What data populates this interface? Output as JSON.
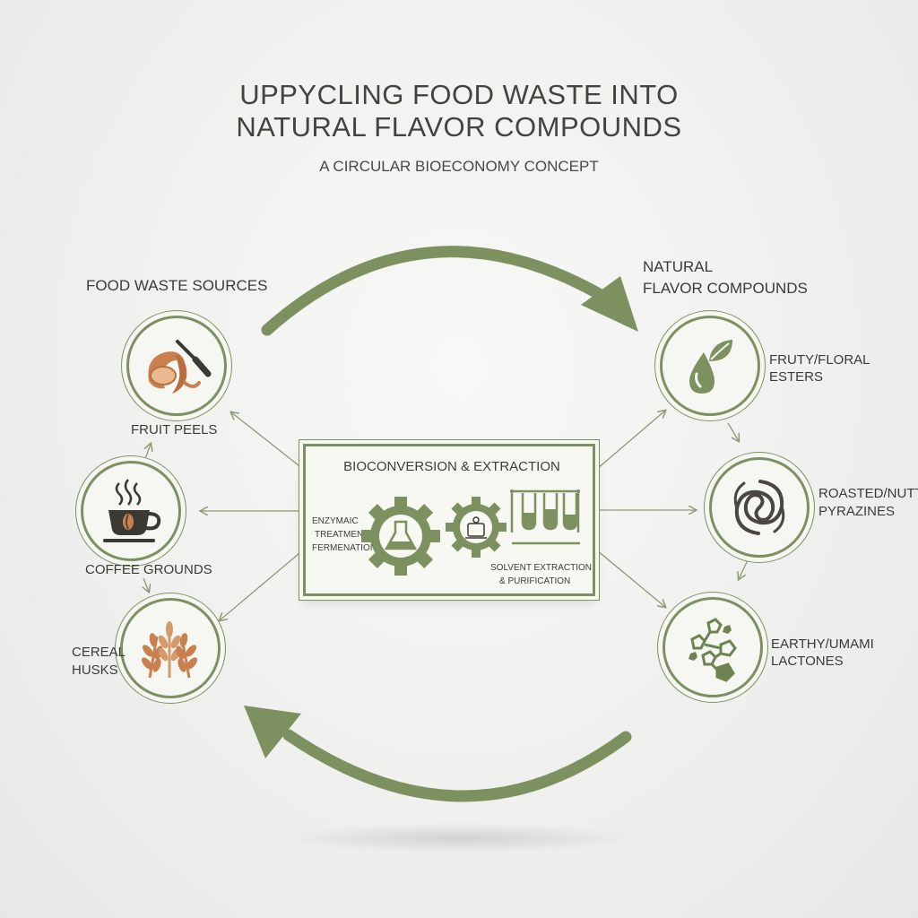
{
  "header": {
    "title_line1": "UPPYCLING FOOD WASTE INTO",
    "title_line2": "NATURAL FLAVOR COMPOUNDS",
    "subtitle": "A CIRCULAR BIOECONOMY CONCEPT"
  },
  "sources": {
    "heading": "FOOD WASTE SOURCES",
    "items": [
      {
        "label": "FRUIT PEELS",
        "icon": "fruit-peel-icon"
      },
      {
        "label": "COFFEE GROUNDS",
        "icon": "coffee-cup-icon"
      },
      {
        "label_line1": "CEREAL",
        "label_line2": "HUSKS",
        "icon": "wheat-icon"
      }
    ]
  },
  "process": {
    "title": "BIOCONVERSION & EXTRACTION",
    "left_line1": "ENZYMAIC",
    "left_line2": "TREATMENT",
    "left_line3": "FERMENATION",
    "right_line1": "SOLVENT EXTRACTION",
    "right_line2": "& PURIFICATION"
  },
  "outputs": {
    "heading_line1": "NATURAL",
    "heading_line2": "FLAVOR COMPOUNDS",
    "items": [
      {
        "label_line1": "FRUTY/FLORAL",
        "label_line2": "ESTERS",
        "icon": "drop-leaf-icon"
      },
      {
        "label_line1": "ROASTED/NUTTY",
        "label_line2": "PYRAZINES",
        "icon": "swirl-icon"
      },
      {
        "label_line1": "EARTHY/UMAMI",
        "label_line2": "LACTONES",
        "icon": "molecule-icon"
      }
    ]
  },
  "colors": {
    "accent_green": "#7d9160",
    "icon_orange": "#c9804e",
    "icon_dark": "#3a3a32"
  }
}
